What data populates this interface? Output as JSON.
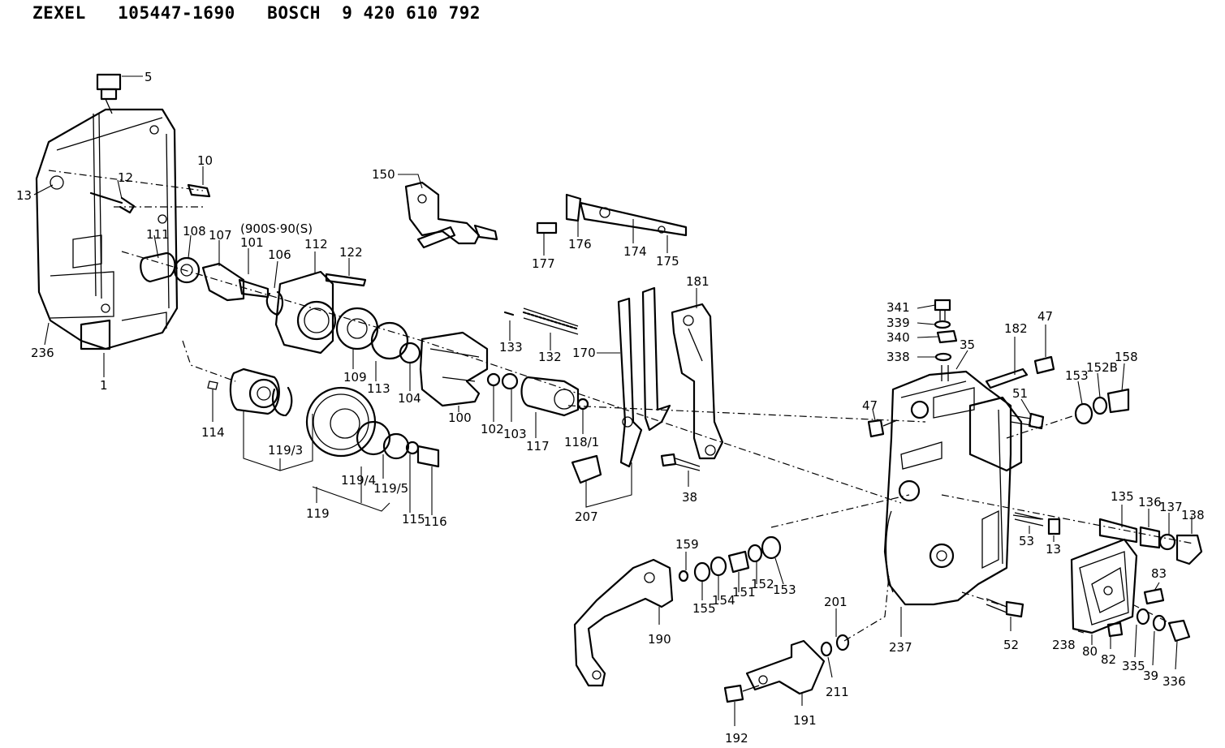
{
  "header": {
    "brand1": "ZEXEL",
    "number1": "105447-1690",
    "brand2": "BOSCH",
    "number2": "9 420 610 792"
  },
  "callouts": [
    {
      "id": "c5",
      "text": "5"
    },
    {
      "id": "c10",
      "text": "10"
    },
    {
      "id": "c12",
      "text": "12"
    },
    {
      "id": "c13a",
      "text": "13"
    },
    {
      "id": "c111",
      "text": "111"
    },
    {
      "id": "c108",
      "text": "108"
    },
    {
      "id": "c107",
      "text": "107"
    },
    {
      "id": "c900s",
      "text": "(900S·90(S)"
    },
    {
      "id": "c101",
      "text": "101"
    },
    {
      "id": "c106",
      "text": "106"
    },
    {
      "id": "c112",
      "text": "112"
    },
    {
      "id": "c122",
      "text": "122"
    },
    {
      "id": "c236",
      "text": "236"
    },
    {
      "id": "c1",
      "text": "1"
    },
    {
      "id": "c114",
      "text": "114"
    },
    {
      "id": "c109",
      "text": "109"
    },
    {
      "id": "c113",
      "text": "113"
    },
    {
      "id": "c104",
      "text": "104"
    },
    {
      "id": "c100",
      "text": "100"
    },
    {
      "id": "c102",
      "text": "102"
    },
    {
      "id": "c103",
      "text": "103"
    },
    {
      "id": "c117",
      "text": "117"
    },
    {
      "id": "c1191a",
      "text": "118/1"
    },
    {
      "id": "c133",
      "text": "133"
    },
    {
      "id": "c132",
      "text": "132"
    },
    {
      "id": "c150",
      "text": "150"
    },
    {
      "id": "c177",
      "text": "177"
    },
    {
      "id": "c176",
      "text": "176"
    },
    {
      "id": "c174",
      "text": "174"
    },
    {
      "id": "c175",
      "text": "175"
    },
    {
      "id": "c170",
      "text": "170"
    },
    {
      "id": "c181",
      "text": "181"
    },
    {
      "id": "c1193",
      "text": "119/3"
    },
    {
      "id": "c1194",
      "text": "119/4"
    },
    {
      "id": "c1195",
      "text": "119/5"
    },
    {
      "id": "c115",
      "text": "115"
    },
    {
      "id": "c116",
      "text": "116"
    },
    {
      "id": "c119",
      "text": "119"
    },
    {
      "id": "c207",
      "text": "207"
    },
    {
      "id": "c38",
      "text": "38"
    },
    {
      "id": "c341",
      "text": "341"
    },
    {
      "id": "c339",
      "text": "339"
    },
    {
      "id": "c340",
      "text": "340"
    },
    {
      "id": "c338",
      "text": "338"
    },
    {
      "id": "c35",
      "text": "35"
    },
    {
      "id": "c182",
      "text": "182"
    },
    {
      "id": "c47a",
      "text": "47"
    },
    {
      "id": "c153a",
      "text": "153"
    },
    {
      "id": "c152b",
      "text": "152B"
    },
    {
      "id": "c158",
      "text": "158"
    },
    {
      "id": "c47b",
      "text": "47"
    },
    {
      "id": "c51",
      "text": "51"
    },
    {
      "id": "c135",
      "text": "135"
    },
    {
      "id": "c136",
      "text": "136"
    },
    {
      "id": "c137",
      "text": "137"
    },
    {
      "id": "c138",
      "text": "138"
    },
    {
      "id": "c53",
      "text": "53"
    },
    {
      "id": "c13b",
      "text": "13"
    },
    {
      "id": "c159",
      "text": "159"
    },
    {
      "id": "c155",
      "text": "155"
    },
    {
      "id": "c154",
      "text": "154"
    },
    {
      "id": "c151",
      "text": "151"
    },
    {
      "id": "c152",
      "text": "152"
    },
    {
      "id": "c153b",
      "text": "153"
    },
    {
      "id": "c190",
      "text": "190"
    },
    {
      "id": "c201",
      "text": "201"
    },
    {
      "id": "c211",
      "text": "211"
    },
    {
      "id": "c191",
      "text": "191"
    },
    {
      "id": "c192",
      "text": "192"
    },
    {
      "id": "c237",
      "text": "237"
    },
    {
      "id": "c52",
      "text": "52"
    },
    {
      "id": "c83",
      "text": "83"
    },
    {
      "id": "c238",
      "text": "238"
    },
    {
      "id": "c80",
      "text": "80"
    },
    {
      "id": "c82",
      "text": "82"
    },
    {
      "id": "c335",
      "text": "335"
    },
    {
      "id": "c39",
      "text": "39"
    },
    {
      "id": "c336",
      "text": "336"
    }
  ]
}
